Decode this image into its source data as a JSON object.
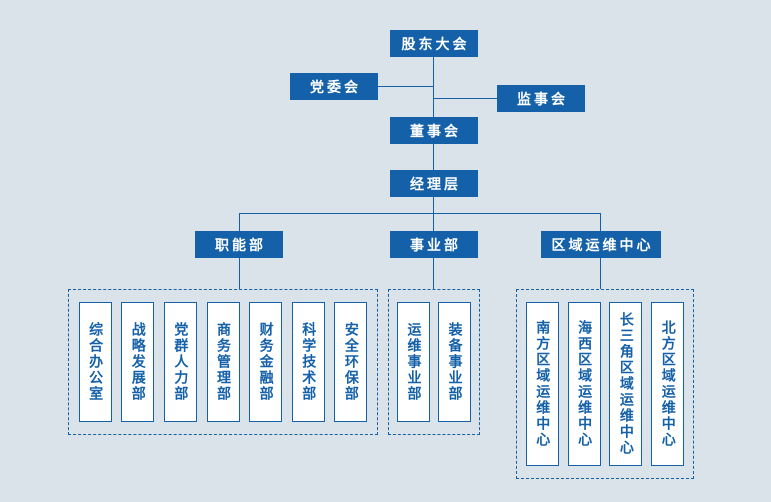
{
  "colors": {
    "background": "#dbe3ea",
    "node_bg": "#1561a9",
    "node_text": "#ffffff",
    "line": "#1561a9",
    "leaf_bg": "#ffffff",
    "leaf_border": "#1561a9",
    "leaf_text": "#1561a9"
  },
  "chart": {
    "type": "org-chart",
    "nodes": {
      "shareholders_meeting": "股东大会",
      "party_committee": "党委会",
      "supervisory_board": "监事会",
      "board_of_directors": "董事会",
      "management_level": "经理层",
      "functional_dept": "职能部",
      "business_dept": "事业部",
      "regional_center": "区域运维中心"
    },
    "groups": {
      "functional_children": [
        "综合办公室",
        "战略发展部",
        "党群人力部",
        "商务管理部",
        "财务金融部",
        "科学技术部",
        "安全环保部"
      ],
      "business_children": [
        "运维事业部",
        "装备事业部"
      ],
      "regional_children": [
        "南方区域运维中心",
        "海西区域运维中心",
        "长三角区域运维中心",
        "北方区域运维中心"
      ]
    }
  }
}
